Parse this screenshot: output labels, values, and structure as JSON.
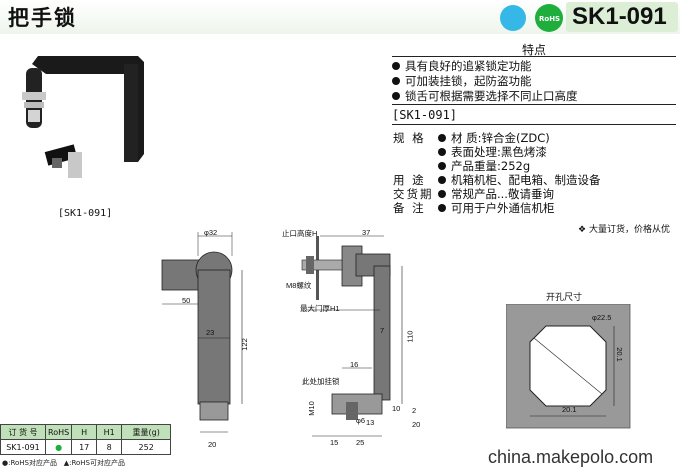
{
  "header": {
    "title": "把手锁",
    "model": "SK1-091",
    "badge_green": "RoHS",
    "colors": {
      "badge_blue": "#35b8e8",
      "badge_green": "#1fae3c",
      "accent": "#dcefd6"
    }
  },
  "features": {
    "title": "特点",
    "items": [
      "具有良好的追紧锁定功能",
      "可加装挂锁，起防盗功能",
      "锁舌可根据需要选择不同止口高度"
    ]
  },
  "specs": {
    "model_label": "[SK1-091]",
    "rows": [
      {
        "key": "规 格",
        "value": "材    质:锌合金(ZDC)"
      },
      {
        "key": "",
        "value": "表面处理:黑色烤漆"
      },
      {
        "key": "",
        "value": "产品重量:252g"
      },
      {
        "key": "用 途",
        "value": "机箱机柜、配电箱、制造设备"
      },
      {
        "key": "交货期",
        "value": "常规产品...敬请垂询"
      },
      {
        "key": "备 注",
        "value": "可用于户外通信机柜"
      }
    ],
    "bulk_note": "大量订货，价格从优"
  },
  "photo_caption": "[SK1-091]",
  "drawing": {
    "front": {
      "d32": "φ32",
      "d50": "50",
      "d23": "23",
      "d122": "122",
      "d20": "20"
    },
    "side": {
      "stop_height": "止口高度H",
      "d37": "37",
      "m8": "M8螺纹",
      "max_door": "最大门厚H1",
      "d7": "7",
      "d110": "110",
      "d16": "16",
      "padlock": "此处加挂锁",
      "m10": "M10",
      "d6": "φ6",
      "d13": "13",
      "d10": "10",
      "d2": "2",
      "d20": "20",
      "d15": "15",
      "d25": "25"
    },
    "cutout": {
      "label": "开孔尺寸",
      "d225": "φ22.5",
      "d201v": "20.1",
      "d201h": "20.1"
    }
  },
  "table": {
    "headers": [
      "订 货 号",
      "RoHS",
      "H",
      "H1",
      "重量(g)"
    ],
    "rows": [
      [
        "SK1-091",
        "●",
        "17",
        "8",
        "252"
      ]
    ],
    "note1": "●:RoHS对应产品",
    "note2": "▲:RoHS可对应产品"
  },
  "watermark": "china.makepolo.com"
}
